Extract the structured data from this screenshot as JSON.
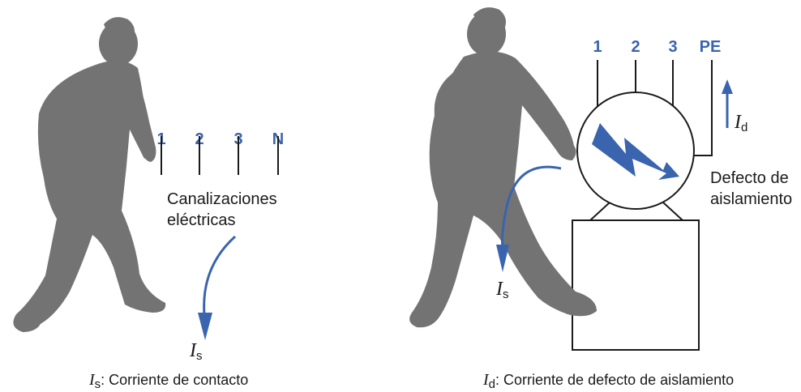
{
  "colors": {
    "accent_blue": "#3a64ad",
    "silhouette": "#737373",
    "line": "#1a1a1a"
  },
  "left_panel": {
    "conductors": [
      "1",
      "2",
      "3",
      "N"
    ],
    "label_line1": "Canalizaciones",
    "label_line2": "eléctricas",
    "current_symbol": "I",
    "current_sub": "s",
    "caption_symbol": "I",
    "caption_sub": "s",
    "caption_text": ": Corriente de contacto"
  },
  "right_panel": {
    "conductors": [
      "1",
      "2",
      "3",
      "PE"
    ],
    "fault_label_line1": "Defecto de",
    "fault_label_line2": "aislamiento",
    "fault_current_symbol": "I",
    "fault_current_sub": "d",
    "contact_current_symbol": "I",
    "contact_current_sub": "s",
    "caption_symbol": "I",
    "caption_sub": "d",
    "caption_text": ": Corriente de defecto de aislamiento"
  }
}
